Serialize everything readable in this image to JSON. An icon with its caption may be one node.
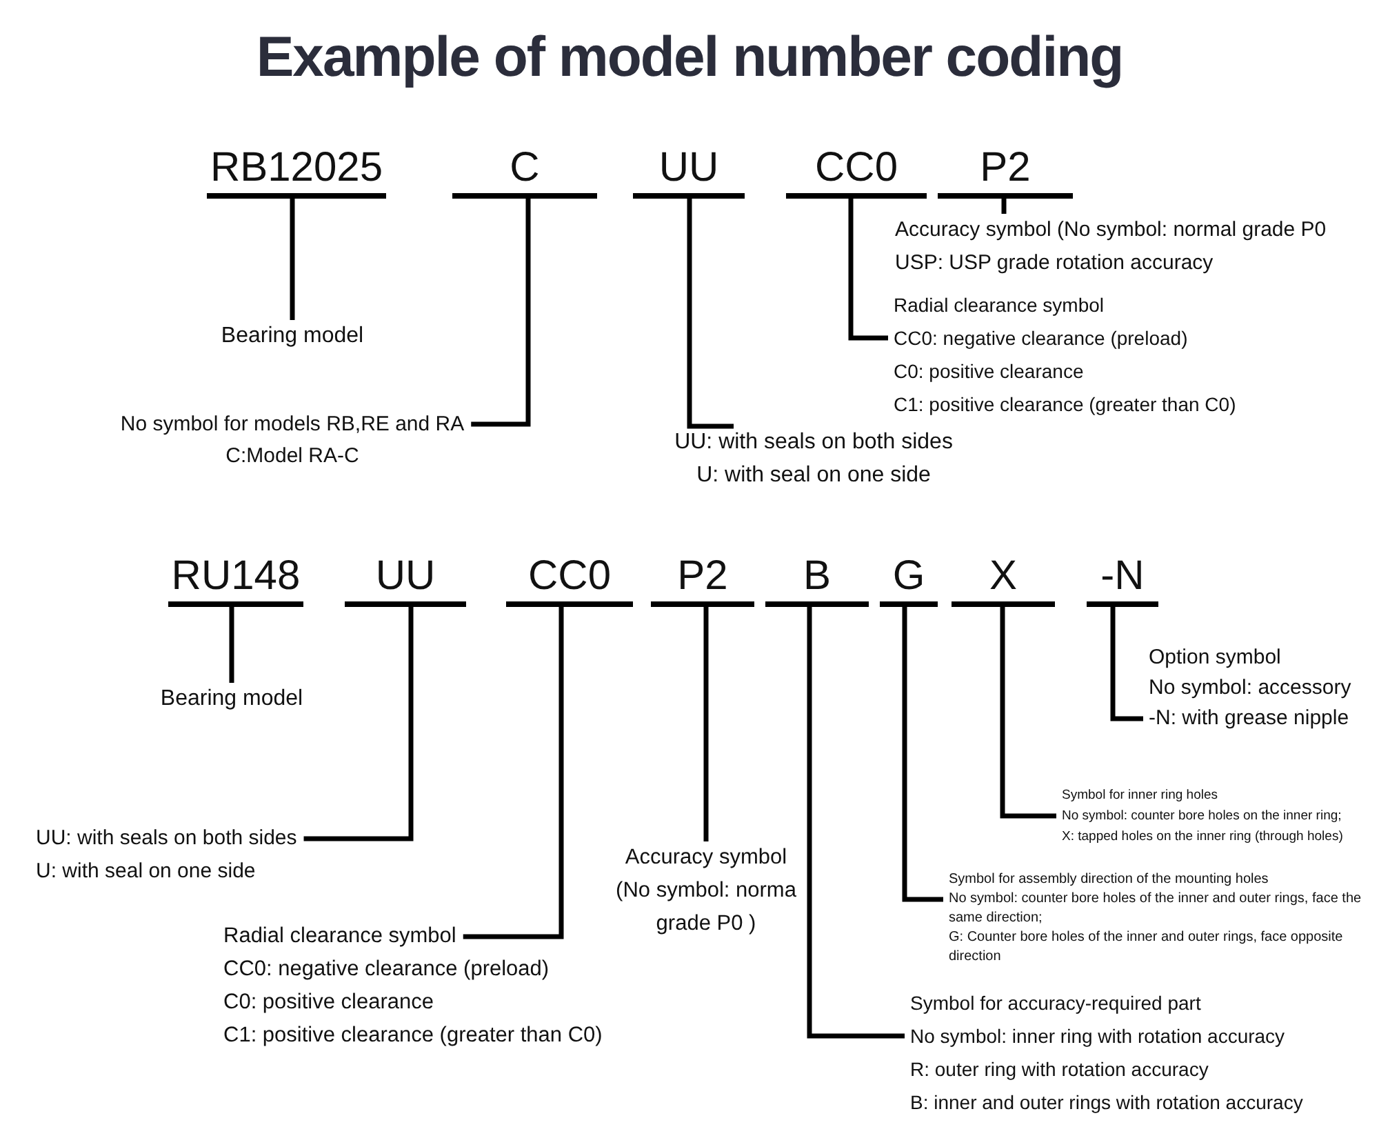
{
  "diagram": {
    "title": "Example of model number coding",
    "nodes": [
      {
        "text": [
          "RB12025"
        ]
      },
      {
        "text": [
          "C"
        ]
      },
      {
        "text": [
          "UU"
        ]
      },
      {
        "text": [
          "CC0"
        ]
      },
      {
        "text": [
          "P2"
        ]
      },
      {
        "text": [
          "Bearing model"
        ]
      },
      {
        "text": [
          "Accuracy symbol (No symbol: normal grade P0",
          "USP: USP grade rotation accuracy"
        ]
      },
      {
        "text": [
          "Radial clearance symbol",
          "CC0: negative clearance (preload)",
          "C0: positive clearance",
          "C1: positive clearance (greater than C0)"
        ]
      },
      {
        "text": [
          "No symbol for models RB,RE and RA",
          "C:Model RA-C"
        ]
      },
      {
        "text": [
          "UU: with seals on both sides",
          "U: with seal on one side"
        ]
      },
      {
        "text": [
          "RU148"
        ]
      },
      {
        "text": [
          "UU"
        ]
      },
      {
        "text": [
          "CC0"
        ]
      },
      {
        "text": [
          "P2"
        ]
      },
      {
        "text": [
          "B"
        ]
      },
      {
        "text": [
          "G"
        ]
      },
      {
        "text": [
          "X"
        ]
      },
      {
        "text": [
          "-N"
        ]
      },
      {
        "text": [
          "Bearing model"
        ]
      },
      {
        "text": [
          "Option symbol",
          "No symbol: accessory",
          "-N: with grease nipple"
        ]
      },
      {
        "text": [
          "Symbol for inner ring holes",
          "No symbol: counter bore holes on the inner ring;",
          "X: tapped holes on the inner ring (through holes)"
        ]
      },
      {
        "text": [
          "UU: with seals on both sides",
          "U: with seal on one side"
        ]
      },
      {
        "text": [
          "Accuracy symbol",
          "(No symbol: norma grade P0 )"
        ]
      },
      {
        "text": [
          "Symbol for assembly direction of the mounting holes",
          "No symbol: counter bore holes of the inner and outer rings, face the same direction;",
          "G: Counter bore holes of the inner and outer rings, face opposite direction"
        ]
      },
      {
        "text": [
          "Radial clearance symbol",
          "CC0: negative clearance (preload)",
          "C0: positive clearance",
          "C1: positive clearance (greater than C0)"
        ]
      },
      {
        "text": [
          "Symbol for accuracy-required part",
          "No symbol: inner ring with rotation accuracy",
          "R: outer ring with rotation accuracy",
          "B: inner and outer rings with rotation accuracy"
        ]
      }
    ],
    "edges": [
      {
        "from": 0,
        "to": 5,
        "arrow": "none"
      },
      {
        "from": 1,
        "to": 8,
        "arrow": "none"
      },
      {
        "from": 2,
        "to": 9,
        "arrow": "none"
      },
      {
        "from": 3,
        "to": 7,
        "arrow": "none"
      },
      {
        "from": 4,
        "to": 6,
        "arrow": "none"
      },
      {
        "from": 10,
        "to": 18,
        "arrow": "none"
      },
      {
        "from": 11,
        "to": 21,
        "arrow": "none"
      },
      {
        "from": 12,
        "to": 24,
        "arrow": "none"
      },
      {
        "from": 13,
        "to": 22,
        "arrow": "none"
      },
      {
        "from": 14,
        "to": 25,
        "arrow": "none"
      },
      {
        "from": 15,
        "to": 23,
        "arrow": "none"
      },
      {
        "from": 16,
        "to": 20,
        "arrow": "none"
      },
      {
        "from": 17,
        "to": 19,
        "arrow": "none"
      }
    ]
  }
}
